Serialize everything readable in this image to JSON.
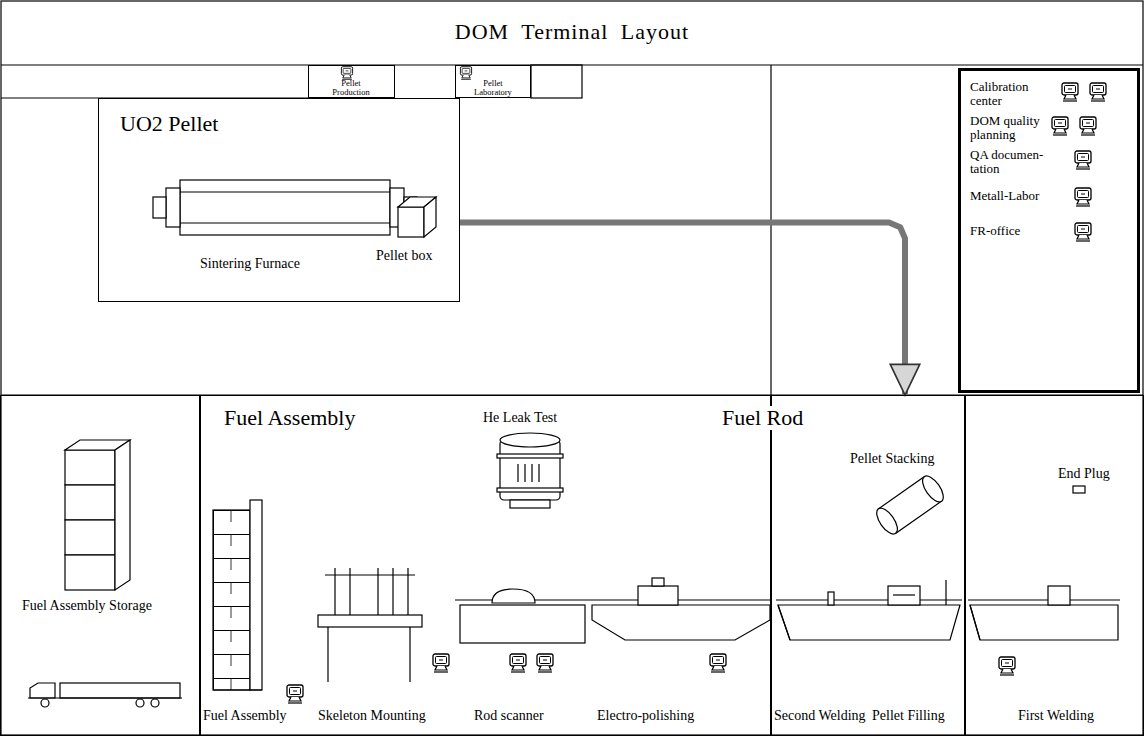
{
  "diagram": {
    "title": "DOM Terminal Layout",
    "nodes": [
      {
        "text": [
          "Pellet Production"
        ]
      },
      {
        "text": [
          "Pellet Laboratory"
        ]
      },
      {
        "text": [
          "UO2 Pellet",
          "Sintering Furnace",
          "Pellet box"
        ]
      },
      {
        "text": [
          "Calibration center",
          "DOM quality planning",
          "QA documen- tation",
          "Metall-Labor",
          "FR-office"
        ]
      },
      {
        "text": [
          "Fuel Assembly Storage"
        ]
      },
      {
        "text": [
          "Fuel Assembly",
          "He Leak Test",
          "Fuel Assembly",
          "Skeleton Mounting",
          "Rod scanner",
          "Electro-polishing"
        ]
      },
      {
        "text": [
          "Pellet Stacking",
          "Second Welding",
          "Pellet Filling"
        ]
      },
      {
        "text": [
          "End Plug",
          "First Welding"
        ]
      }
    ],
    "edges": [
      {
        "from": 2,
        "to": 6,
        "arrow": "to"
      }
    ],
    "labels": [
      "Fuel Rod"
    ]
  }
}
